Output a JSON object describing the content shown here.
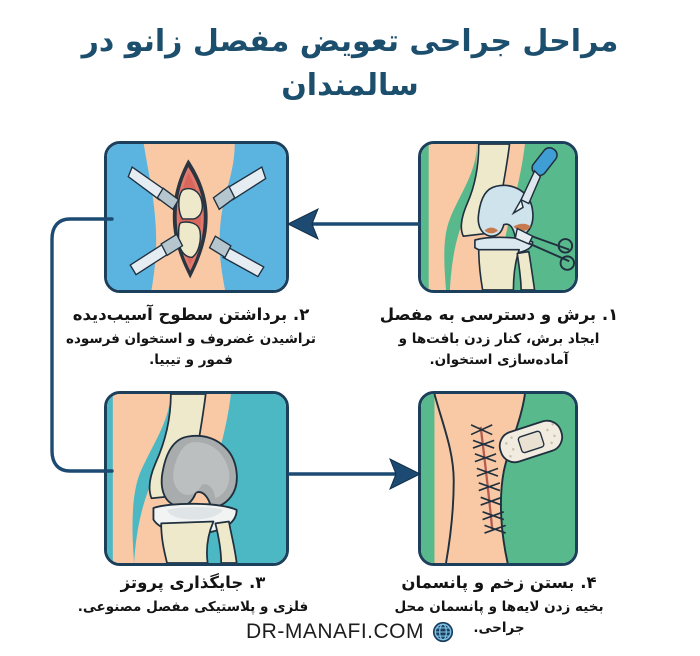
{
  "page": {
    "title": "مراحل جراحی تعویض مفصل زانو در سالمندان",
    "background_color": "#ffffff",
    "title_color": "#1c4e6e",
    "text_color": "#131313"
  },
  "steps": [
    {
      "number": "۱",
      "title": "۱. برش و دسترسی به مفصل",
      "subtitle": "ایجاد برش، کنار زدن بافت‌ها و آماده‌سازی استخوان.",
      "panel_name": "incision-and-joint-access",
      "background_color": "#58b98c",
      "skin_color": "#f8c9a4",
      "bone_color": "#efe9cb",
      "cartilage_color": "#cfe3ec",
      "tool_color": "#3f9fd4",
      "border_color": "#1c3f5c"
    },
    {
      "number": "۲",
      "title": "۲. برداشتن سطوح آسیب‌دیده",
      "subtitle": "تراشیدن غضروف و استخوان فرسوده فمور و تیبیا.",
      "panel_name": "resect-damaged-surfaces",
      "background_color": "#5bb4df",
      "skin_color": "#f8c9a4",
      "bone_color": "#efe9cb",
      "tissue_color": "#e07a6e",
      "retractor_color": "#dce8ef",
      "border_color": "#1c3f5c"
    },
    {
      "number": "۳",
      "title": "۳. جایگذاری پروتز",
      "subtitle": "فلزی و پلاستیکی مفصل مصنوعی.",
      "panel_name": "implant-prosthesis",
      "background_color": "#4cb8c4",
      "skin_color": "#f8c9a4",
      "bone_color": "#efe9cb",
      "metal_color": "#a9acad",
      "plastic_color": "#f2f4f4",
      "border_color": "#1c3f5c"
    },
    {
      "number": "۴",
      "title": "۴. بستن زخم و پانسمان",
      "subtitle": "بخیه زدن لایه‌ها و پانسمان محل جراحی.",
      "panel_name": "wound-closure-and-dressing",
      "background_color": "#58b98c",
      "skin_color": "#f8c9a4",
      "suture_color": "#20303f",
      "bandage_color": "#f2ece0",
      "border_color": "#1c3f5c"
    }
  ],
  "arrows": [
    {
      "name": "arrow-step1-to-step2",
      "direction": "left",
      "color": "#1c4a72"
    },
    {
      "name": "connector-step2-to-step3",
      "direction": "bracket-left",
      "color": "#1c4a72"
    },
    {
      "name": "arrow-step3-to-step4",
      "direction": "right",
      "color": "#1c4a72"
    }
  ],
  "footer": {
    "site": "DR-MANAFI.COM",
    "icon": "globe-icon",
    "icon_color": "#1c4e6e"
  }
}
